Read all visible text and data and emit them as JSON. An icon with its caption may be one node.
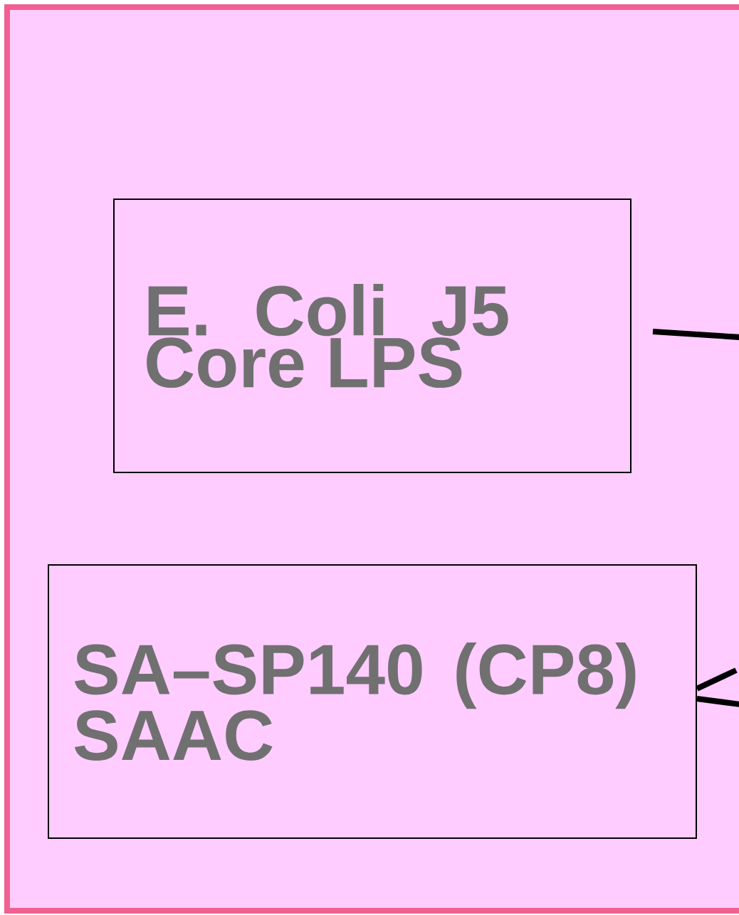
{
  "diagram": {
    "nodes": [
      {
        "text": [],
        "shape": "box"
      },
      {
        "text": [
          "E. Coli J5 Core LPS"
        ],
        "in": 0
      },
      {
        "text": [
          "SA–SP140 (CP8) SAAC"
        ],
        "in": 0
      }
    ],
    "edges": [
      {
        "from": 1,
        "to": null,
        "arrow": "none"
      },
      {
        "from": 2,
        "to": null,
        "arrow": "none"
      },
      {
        "from": 2,
        "to": null,
        "arrow": "none"
      }
    ]
  }
}
